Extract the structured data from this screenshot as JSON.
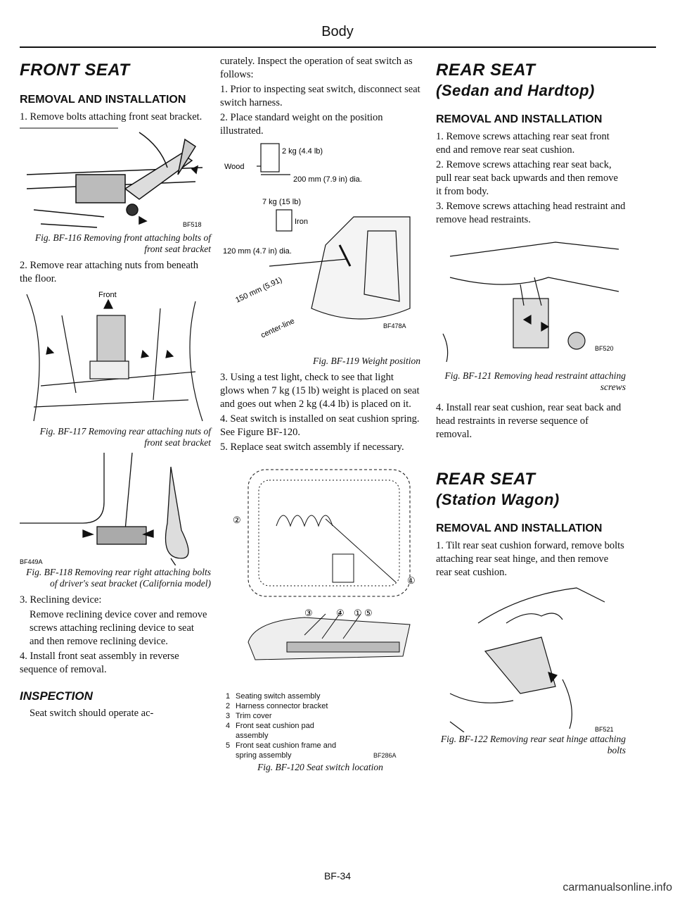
{
  "header": "Body",
  "footer": "BF-34",
  "watermark": "carmanualsonline.info",
  "col1": {
    "title": "FRONT SEAT",
    "sub": "REMOVAL AND INSTALLATION",
    "p1": "1. Remove bolts attaching front seat bracket.",
    "fig116_code": "BF518",
    "fig116_cap": "Fig. BF-116 Removing front attaching bolts of front seat bracket",
    "p2": "2. Remove rear attaching nuts from beneath the floor.",
    "fig117_front": "Front",
    "fig117_cap": "Fig. BF-117 Removing rear attaching nuts of front seat bracket",
    "fig118_code": "BF449A",
    "fig118_cap": "Fig. BF-118 Removing rear right attaching bolts of driver's seat bracket (California model)",
    "p3a": "3. Reclining device:",
    "p3b": "Remove reclining device cover and remove screws attaching reclining device to seat and then remove reclining device.",
    "p4": "4. Install front seat assembly in reverse sequence of removal.",
    "inspection": "INSPECTION",
    "p5": "Seat switch should operate ac-"
  },
  "col2": {
    "p1": "curately. Inspect the operation of seat switch as follows:",
    "p2": "1. Prior to inspecting seat switch, disconnect seat switch harness.",
    "p3": "2. Place standard weight on the position illustrated.",
    "w_2kg": "2 kg (4.4 lb)",
    "w_wood": "Wood",
    "w_200": "200 mm (7.9 in) dia.",
    "w_7kg": "7 kg (15 lb)",
    "w_iron": "Iron",
    "w_120": "120 mm (4.7 in) dia.",
    "w_150": "150 mm (5.91)",
    "w_center": "center-line",
    "fig119_code": "BF478A",
    "fig119_cap": "Fig. BF-119 Weight position",
    "p4": "3. Using a test light, check to see that light glows when 7 kg (15 lb) weight is placed on seat and goes out when 2 kg (4.4 lb) is placed on it.",
    "p5": "4. Seat switch is installed on seat cushion spring. See Figure BF-120.",
    "p6": "5. Replace seat switch assembly if necessary.",
    "legend": [
      {
        "n": "1",
        "t": "Seating switch assembly"
      },
      {
        "n": "2",
        "t": "Harness connector bracket"
      },
      {
        "n": "3",
        "t": "Trim cover"
      },
      {
        "n": "4",
        "t": "Front seat cushion pad assembly"
      },
      {
        "n": "5",
        "t": "Front seat cushion frame and spring assembly"
      }
    ],
    "fig120_code": "BF286A",
    "fig120_cap": "Fig. BF-120 Seat switch location"
  },
  "col3": {
    "title1": "REAR SEAT",
    "title1b": "(Sedan and Hardtop)",
    "sub1": "REMOVAL AND INSTALLATION",
    "p1": "1. Remove screws attaching rear seat front end and remove rear seat cushion.",
    "p2": "2. Remove screws attaching rear seat back, pull rear seat back upwards and then remove it from body.",
    "p3": "3. Remove screws attaching head restraint and remove head restraints.",
    "fig121_code": "BF520",
    "fig121_cap": "Fig. BF-121 Removing head restraint attaching screws",
    "p4": "4. Install rear seat cushion, rear seat back and head restraints in reverse sequence of removal.",
    "title2": "REAR SEAT",
    "title2b": "(Station Wagon)",
    "sub2": "REMOVAL AND INSTALLATION",
    "p5": "1. Tilt rear seat cushion forward, remove bolts attaching rear seat hinge, and then remove rear seat cushion.",
    "fig122_code": "BF521",
    "fig122_cap": "Fig. BF-122 Removing rear seat hinge attaching bolts"
  }
}
